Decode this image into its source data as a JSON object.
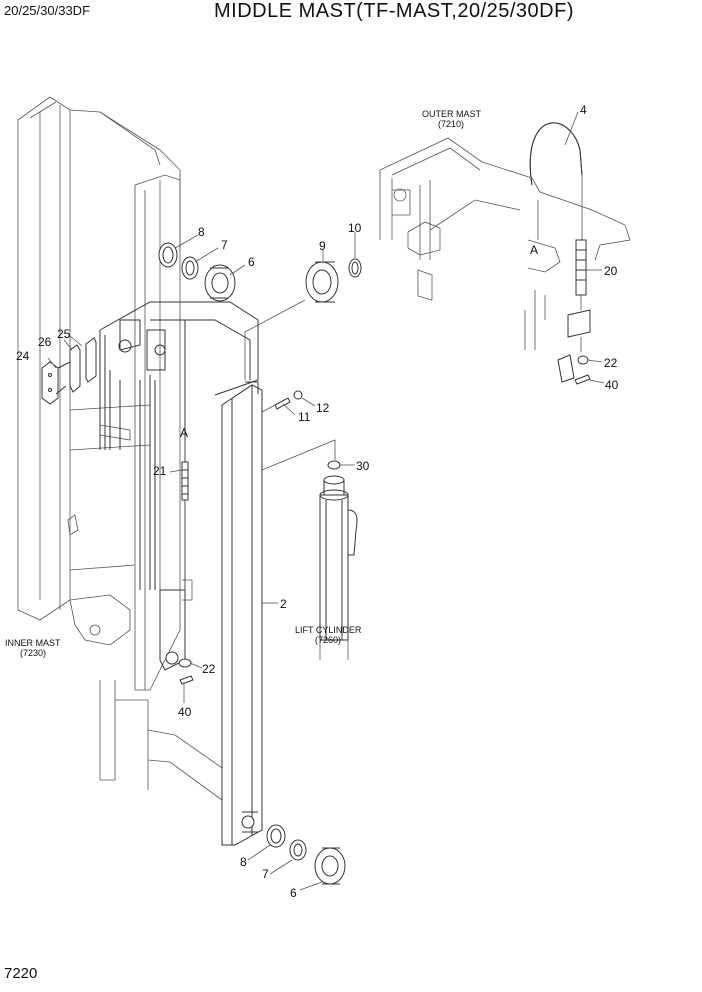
{
  "header": {
    "model": "20/25/30/33DF",
    "title": "MIDDLE MAST(TF-MAST,20/25/30DF)"
  },
  "page_number": "7220",
  "assemblies": {
    "outer_mast": {
      "name": "OUTER MAST",
      "ref": "(7210)"
    },
    "inner_mast": {
      "name": "INNER MAST",
      "ref": "(7230)"
    },
    "lift_cylinder": {
      "name": "LIFT CYLINDER",
      "ref": "(7260)"
    }
  },
  "callouts": {
    "c2": "2",
    "c4": "4",
    "c6a": "6",
    "c6b": "6",
    "c7a": "7",
    "c7b": "7",
    "c8a": "8",
    "c8b": "8",
    "c9": "9",
    "c10": "10",
    "c11": "11",
    "c12": "12",
    "c20": "20",
    "c21": "21",
    "c22a": "22",
    "c22b": "22",
    "c24": "24",
    "c25": "25",
    "c26": "26",
    "c30": "30",
    "c40a": "40",
    "c40b": "40",
    "refA1": "A",
    "refA2": "A"
  }
}
